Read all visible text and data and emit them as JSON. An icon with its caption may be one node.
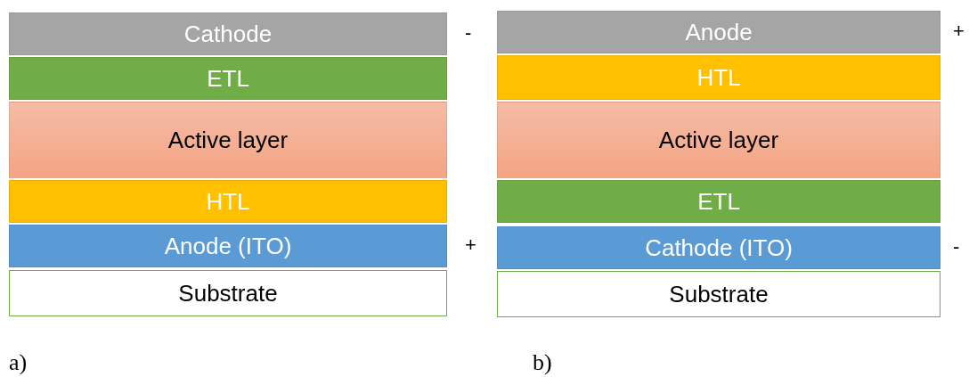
{
  "diagram": {
    "nodes": [
      {
        "text": [
          "Cathode"
        ],
        "beside": [
          "-"
        ]
      },
      {
        "text": [
          "ETL"
        ]
      },
      {
        "text": [
          "Active layer"
        ]
      },
      {
        "text": [
          "HTL"
        ]
      },
      {
        "text": [
          "Anode (ITO)"
        ],
        "beside": [
          "+"
        ]
      },
      {
        "text": [
          "Substrate"
        ]
      },
      {
        "text": [
          "Anode"
        ],
        "beside": [
          "+"
        ]
      },
      {
        "text": [
          "HTL"
        ]
      },
      {
        "text": [
          "Active layer"
        ]
      },
      {
        "text": [
          "ETL"
        ]
      },
      {
        "text": [
          "Cathode (ITO)"
        ],
        "beside": [
          "-"
        ]
      },
      {
        "text": [
          "Substrate"
        ]
      }
    ],
    "edges": [],
    "labels": [
      "a)",
      "b)"
    ]
  }
}
